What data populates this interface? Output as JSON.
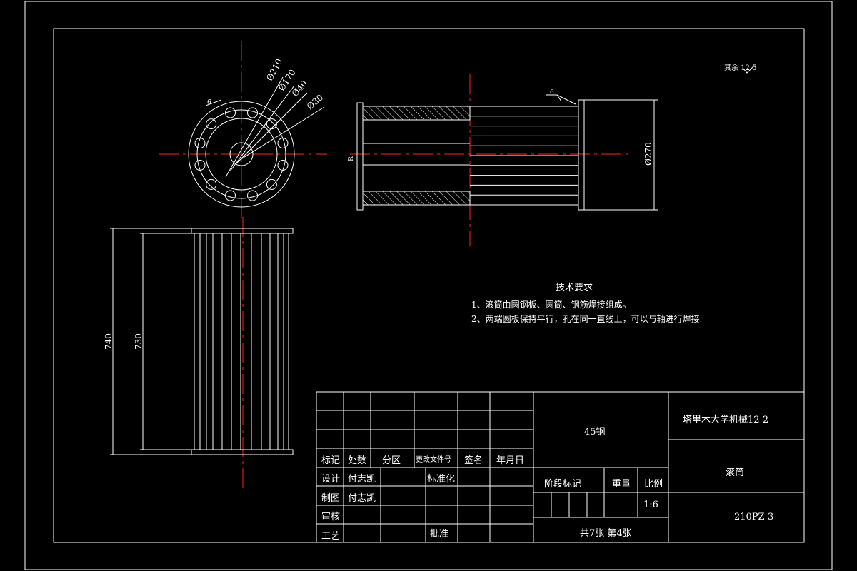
{
  "drawing": {
    "roughness_note": "其余 12.5",
    "front_view": {
      "dims": [
        "Ø210",
        "Ø170",
        "Ø40",
        "Ø30"
      ],
      "small_roughness": "6"
    },
    "side_view": {
      "dims": [
        "Ø270"
      ],
      "roughness": "6",
      "left_mark": "R"
    },
    "elevation_view": {
      "dims": [
        "740",
        "730"
      ]
    },
    "tech_requirements": {
      "title": "技术要求",
      "items": [
        "1、滚筒由圆钢板、圆筒、钢筋焊接组成。",
        "2、两端圆板保持平行，孔在同一直线上，可以与轴进行焊接"
      ]
    }
  },
  "title_block": {
    "header_row": {
      "mark": "标记",
      "count": "处数",
      "zone": "分区",
      "change_doc": "更改文件号",
      "sign": "签名",
      "date": "年月日"
    },
    "design_label": "设计",
    "designer": "付志凯",
    "standardization": "标准化",
    "drawing_label": "制图",
    "drafter": "付志凯",
    "review_label": "审核",
    "process_label": "工艺",
    "approve_label": "批准",
    "material": "45钢",
    "stage_mark": "阶段标记",
    "weight": "重量",
    "scale_label": "比例",
    "scale": "1:6",
    "sheets": "共7张 第4张",
    "organization": "塔里木大学机械12-2",
    "part_name": "滚筒",
    "drawing_number": "210PZ-3"
  }
}
